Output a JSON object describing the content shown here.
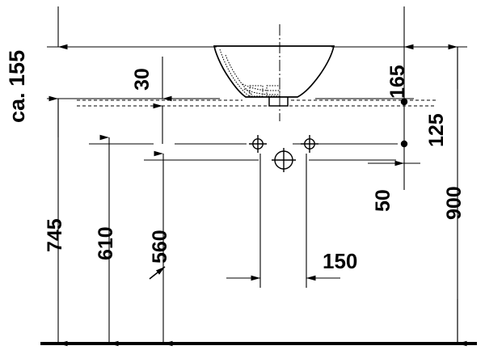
{
  "drawing": {
    "title": "Washbasin technical dimension drawing",
    "units": "mm",
    "line_color": "#000000",
    "background": "#ffffff"
  },
  "dimensions": {
    "ca155": {
      "label": "ca. 155",
      "value": 155,
      "orientation": "vertical",
      "note": "approximate"
    },
    "d30": {
      "label": "30",
      "value": 30,
      "orientation": "vertical"
    },
    "d165": {
      "label": "165",
      "value": 165,
      "orientation": "vertical"
    },
    "d125": {
      "label": "125",
      "value": 125,
      "orientation": "vertical"
    },
    "d50": {
      "label": "50",
      "value": 50,
      "orientation": "vertical"
    },
    "d900": {
      "label": "900",
      "value": 900,
      "orientation": "vertical"
    },
    "d745": {
      "label": "745",
      "value": 745,
      "orientation": "vertical"
    },
    "d610": {
      "label": "610",
      "value": 610,
      "orientation": "vertical"
    },
    "d560": {
      "label": "560",
      "value": 560,
      "orientation": "vertical",
      "note": "leader arrow"
    },
    "d150": {
      "label": "150",
      "value": 150,
      "orientation": "horizontal"
    }
  },
  "features": {
    "basin": "ceramic-bowl-profile",
    "drain": "center-drain",
    "tap_hole_large": "center-large-hole",
    "tap_hole_small_left": "small-hole-left",
    "tap_hole_small_right": "small-hole-right",
    "floor_line": "finished-floor-level",
    "counter_line": "counter-top-level",
    "wall_points": "wall-fixing-points"
  }
}
